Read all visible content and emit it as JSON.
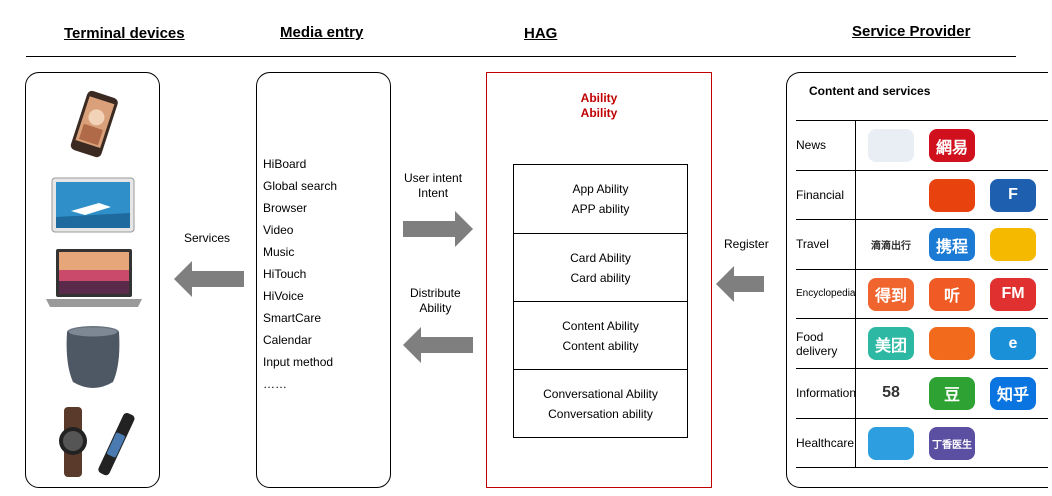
{
  "headers": {
    "terminal": "Terminal devices",
    "media": "Media entry",
    "hag": "HAG",
    "service": "Service Provider"
  },
  "media_items": [
    "HiBoard",
    "Global search",
    "Browser",
    "Video",
    "Music",
    "HiTouch",
    "HiVoice",
    "SmartCare",
    "Calendar",
    "Input method",
    "……"
  ],
  "arrows": {
    "services": "Services",
    "user_intent": [
      "User intent",
      "Intent"
    ],
    "distribute": [
      "Distribute",
      "Ability"
    ],
    "register": "Register"
  },
  "hag": {
    "title": [
      "Ability",
      "Ability"
    ],
    "abilities": [
      {
        "line1": "App Ability",
        "line2": "APP ability"
      },
      {
        "line1": "Card Ability",
        "line2": "Card ability"
      },
      {
        "line1": "Content Ability",
        "line2": "Content ability"
      },
      {
        "line1": "Conversational Ability",
        "line2": "Conversation ability"
      }
    ]
  },
  "service_provider": {
    "title": "Content and services",
    "rows": [
      {
        "label": "News",
        "logos": [
          {
            "name": "news-logo-1-icon",
            "text": "",
            "bg": "#e9eef5"
          },
          {
            "name": "news-logo-2-icon",
            "text": "網易",
            "bg": "#d0101c"
          },
          {
            "name": "news-logo-3-icon",
            "text": "",
            "bg": "#ffffff"
          }
        ]
      },
      {
        "label": "Financial",
        "logos": [
          {
            "name": "financial-logo-1-icon",
            "text": "",
            "bg": "#ffffff"
          },
          {
            "name": "financial-logo-2-icon",
            "text": "",
            "bg": "#e8420e"
          },
          {
            "name": "financial-logo-3-icon",
            "text": "F",
            "bg": "#1e5fb0"
          }
        ]
      },
      {
        "label": "Travel",
        "logos": [
          {
            "name": "travel-logo-1-icon",
            "text": "滴滴出行",
            "bg": "#ffffff"
          },
          {
            "name": "travel-logo-2-icon",
            "text": "携程",
            "bg": "#1a7ad4"
          },
          {
            "name": "travel-logo-3-icon",
            "text": "",
            "bg": "#f5b900"
          }
        ]
      },
      {
        "label": "Encyclopedia",
        "logos": [
          {
            "name": "encyclopedia-logo-1-icon",
            "text": "得到",
            "bg": "#f0642d"
          },
          {
            "name": "encyclopedia-logo-2-icon",
            "text": "听",
            "bg": "#f05a24"
          },
          {
            "name": "encyclopedia-logo-3-icon",
            "text": "FM",
            "bg": "#e03030"
          }
        ]
      },
      {
        "label": "Food delivery",
        "logos": [
          {
            "name": "food-logo-1-icon",
            "text": "美团",
            "bg": "#2cb8a3"
          },
          {
            "name": "food-logo-2-icon",
            "text": "",
            "bg": "#f26b1d"
          },
          {
            "name": "food-logo-3-icon",
            "text": "e",
            "bg": "#1990d8"
          }
        ]
      },
      {
        "label": "Information",
        "logos": [
          {
            "name": "info-logo-1-icon",
            "text": "58",
            "bg": "#ffffff"
          },
          {
            "name": "info-logo-2-icon",
            "text": "豆",
            "bg": "#2ea233"
          },
          {
            "name": "info-logo-3-icon",
            "text": "知乎",
            "bg": "#0a75e0"
          }
        ]
      },
      {
        "label": "Healthcare",
        "logos": [
          {
            "name": "health-logo-1-icon",
            "text": "",
            "bg": "#2d9ee0"
          },
          {
            "name": "health-logo-2-icon",
            "text": "丁香医生",
            "bg": "#5a4fa0"
          },
          {
            "name": "health-logo-3-icon",
            "text": "",
            "bg": "#ffffff"
          }
        ]
      }
    ]
  },
  "colors": {
    "hag_border": "#c00000",
    "arrow": "#7f7f7f"
  }
}
